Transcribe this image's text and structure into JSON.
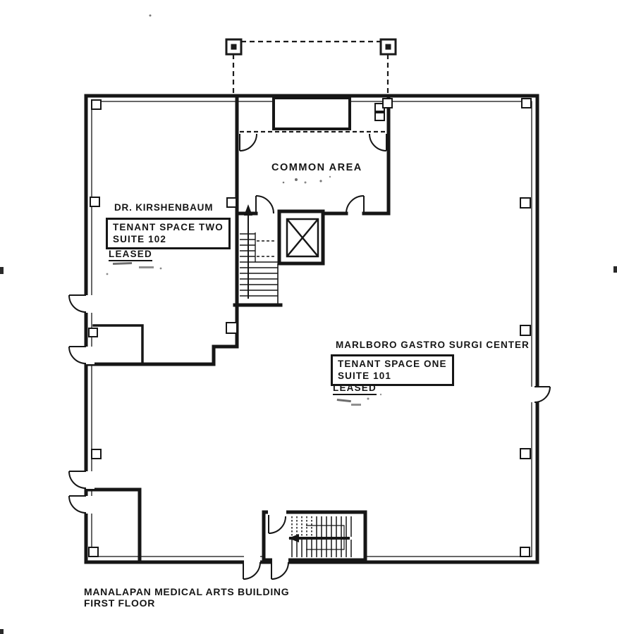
{
  "page": {
    "paper_color": "#ffffff",
    "ink_color": "#1a1a1a"
  },
  "floor_plan": {
    "common_area": {
      "label": "COMMON AREA"
    },
    "tenant_space_two": {
      "tenant": "DR. KIRSHENBAUM",
      "space": "TENANT SPACE TWO",
      "suite": "SUITE 102",
      "status": "LEASED"
    },
    "tenant_space_one": {
      "tenant": "MARLBORO GASTRO SURGI CENTER",
      "space": "TENANT SPACE ONE",
      "suite": "SUITE 101",
      "status": "LEASED"
    },
    "title": {
      "line1": "MANALAPAN MEDICAL ARTS BUILDING",
      "line2": "FIRST FLOOR"
    }
  }
}
